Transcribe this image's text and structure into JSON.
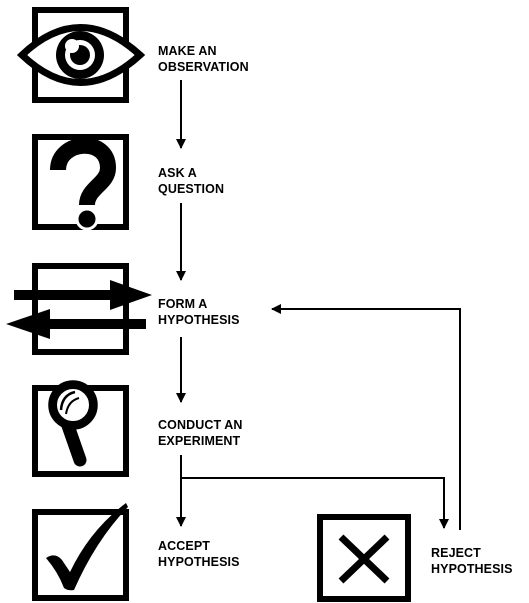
{
  "title": "",
  "colors": {
    "ink": "#000000",
    "paper": "#ffffff"
  },
  "steps": [
    {
      "id": "observe",
      "line1": "MAKE AN",
      "line2": "OBSERVATION",
      "icon": "eye-icon"
    },
    {
      "id": "question",
      "line1": "ASK A",
      "line2": "QUESTION",
      "icon": "question-mark-icon"
    },
    {
      "id": "hypothesis",
      "line1": "FORM A",
      "line2": "HYPOTHESIS",
      "icon": "opposing-arrows-icon"
    },
    {
      "id": "experiment",
      "line1": "CONDUCT AN",
      "line2": "EXPERIMENT",
      "icon": "magnifying-glass-icon"
    },
    {
      "id": "accept",
      "line1": "ACCEPT",
      "line2": "HYPOTHESIS",
      "icon": "checkmark-icon"
    },
    {
      "id": "reject",
      "line1": "REJECT",
      "line2": "HYPOTHESIS",
      "icon": "x-mark-icon"
    }
  ]
}
